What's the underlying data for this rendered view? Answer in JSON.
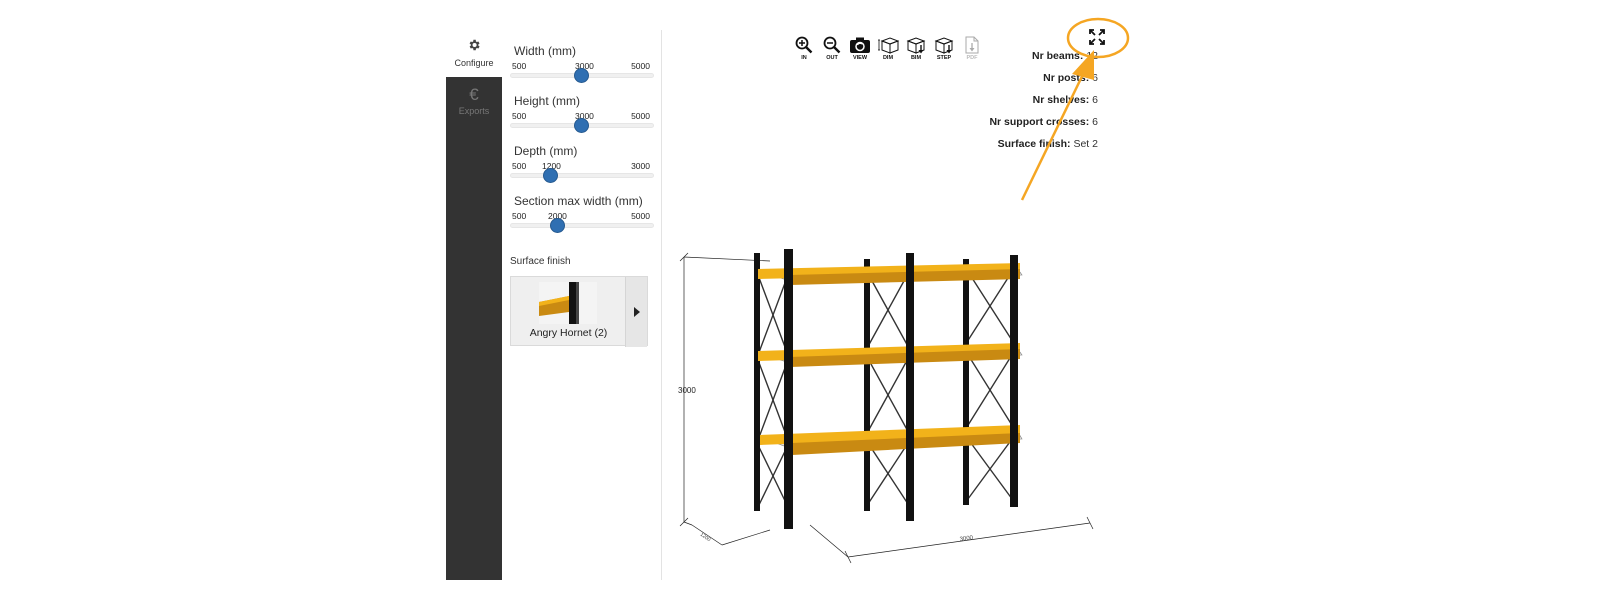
{
  "sidebar": {
    "configure_label": "Configure",
    "exports_label": "Exports",
    "configure_icon": "gear-icon",
    "exports_icon": "euro-icon",
    "exports_glyph": "€"
  },
  "sliders": [
    {
      "title": "Width (mm)",
      "min": "500",
      "value": "3000",
      "max": "5000",
      "fraction": 0.5
    },
    {
      "title": "Height (mm)",
      "min": "500",
      "value": "3000",
      "max": "5000",
      "fraction": 0.5
    },
    {
      "title": "Depth (mm)",
      "min": "500",
      "value": "1200",
      "max": "3000",
      "fraction": 0.28
    },
    {
      "title": "Section max width (mm)",
      "min": "500",
      "value": "2000",
      "max": "5000",
      "fraction": 0.333
    }
  ],
  "surface_finish": {
    "label": "Surface finish",
    "selected_name": "Angry Hornet (2)"
  },
  "toolbar": [
    {
      "label": "IN",
      "icon": "zoom-in-icon"
    },
    {
      "label": "OUT",
      "icon": "zoom-out-icon"
    },
    {
      "label": "VIEW",
      "icon": "camera-icon"
    },
    {
      "label": "DIM",
      "icon": "dimension-box-icon"
    },
    {
      "label": "BIM",
      "icon": "bim-download-icon"
    },
    {
      "label": "STEP",
      "icon": "step-download-icon"
    },
    {
      "label": "PDF",
      "icon": "pdf-download-icon"
    }
  ],
  "fullscreen_icon": "expand-icon",
  "stats": [
    {
      "label": "Nr beams:",
      "value": "12"
    },
    {
      "label": "Nr posts:",
      "value": "6"
    },
    {
      "label": "Nr shelves:",
      "value": "6"
    },
    {
      "label": "Nr support crosses:",
      "value": "6"
    },
    {
      "label": "Surface finish:",
      "value": "Set 2"
    }
  ],
  "dimensions": {
    "height": "3000",
    "width": "3000",
    "depth": "1200"
  },
  "colors": {
    "accent": "#2f6fb2",
    "sidebar_dark": "#333333",
    "beam_yellow": "#f2b21a",
    "annotation_orange": "#f5a623"
  }
}
